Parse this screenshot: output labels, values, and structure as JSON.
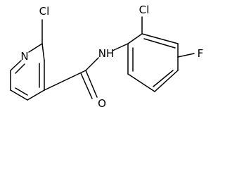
{
  "molecule": {
    "atoms": {
      "cl_pyridine": "Cl",
      "n_pyridine": "N",
      "nh_amide": "NH",
      "o_carbonyl": "O",
      "cl_phenyl": "Cl",
      "f_phenyl": "F"
    }
  },
  "colors": {
    "ink": "#000000",
    "background": "#ffffff"
  }
}
